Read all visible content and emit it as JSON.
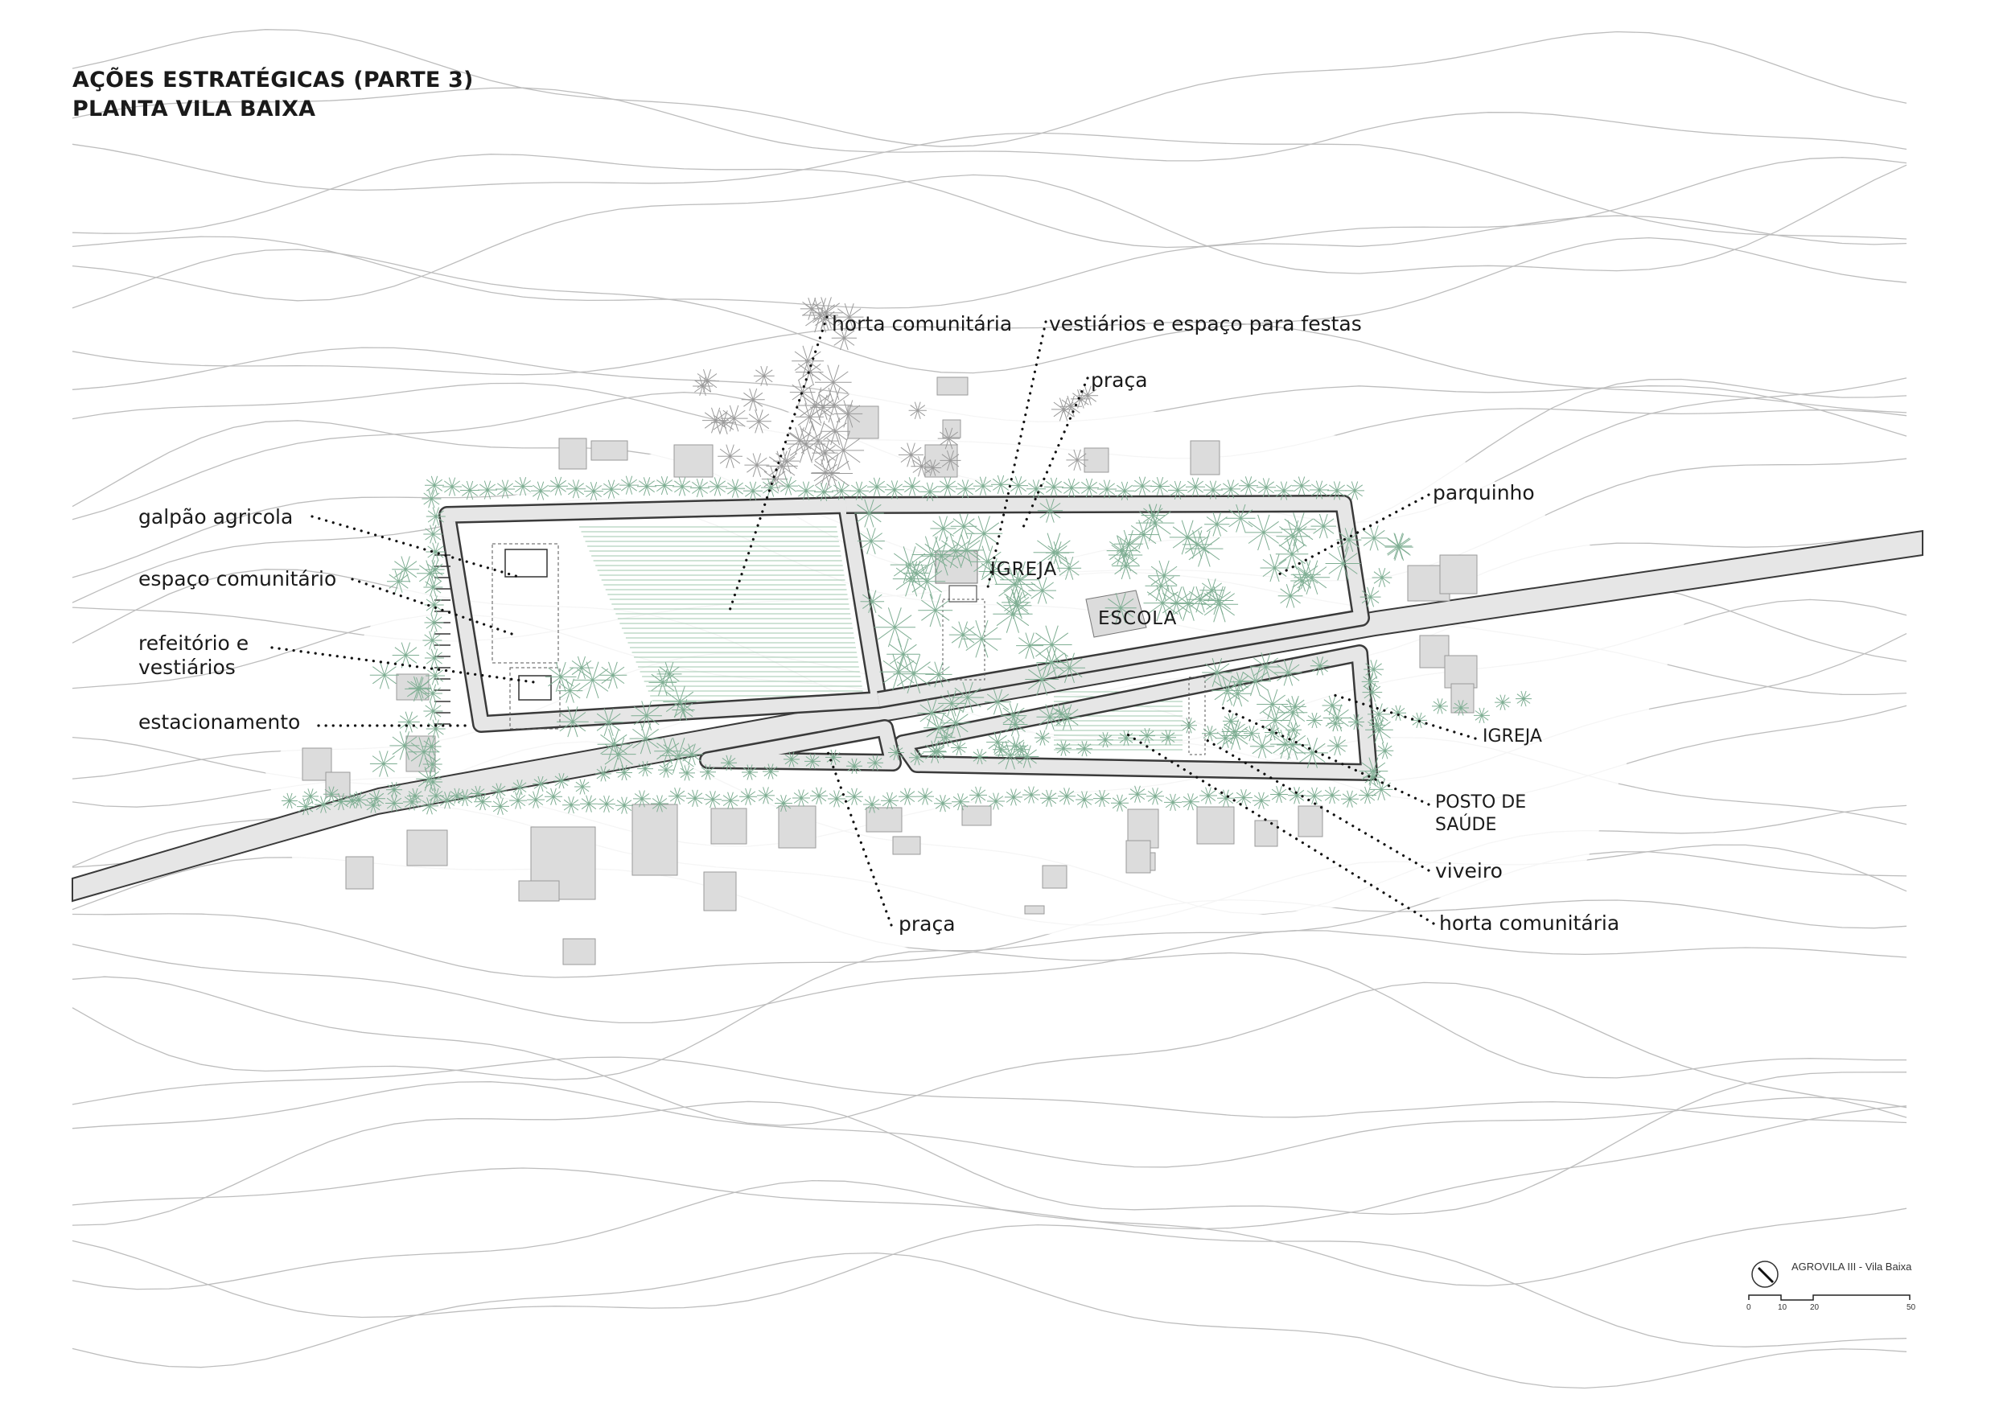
{
  "title": {
    "line1": "AÇÕES ESTRATÉGICAS (PARTE 3)",
    "line2": "PLANTA VILA BAIXA"
  },
  "annotations": {
    "left": {
      "galpao": "galpão agricola",
      "espaco_comunitario": "espaço comunitário",
      "refeitorio": "refeitório e vestiários",
      "estacionamento": "estacionamento"
    },
    "top": {
      "horta_comunitaria": "horta comunitária",
      "vestiarios_festas": "vestiários e espaço para festas",
      "praca": "praça"
    },
    "right": {
      "parquinho": "parquinho",
      "igreja": "IGREJA",
      "posto_saude": "POSTO DE SAÚDE",
      "viveiro": "viveiro",
      "horta_comunitaria": "horta comunitária"
    },
    "bottom": {
      "praca": "praça"
    }
  },
  "buildings": {
    "igreja": "IGREJA",
    "escola": "ESCOLA"
  },
  "scale": {
    "title": "AGROVILA III - Vila Baixa",
    "ticks": [
      "0",
      "10",
      "20",
      "50"
    ]
  },
  "colors": {
    "contour": "#bdbdbd",
    "road": "#e6e6e6",
    "road_edge": "#3a3a3a",
    "building": "#dcdcdc",
    "tree": "#7fae93",
    "tree_dark": "#9a9a9a",
    "garden_lines": "#9fc7ad",
    "text": "#1a1a1a"
  }
}
